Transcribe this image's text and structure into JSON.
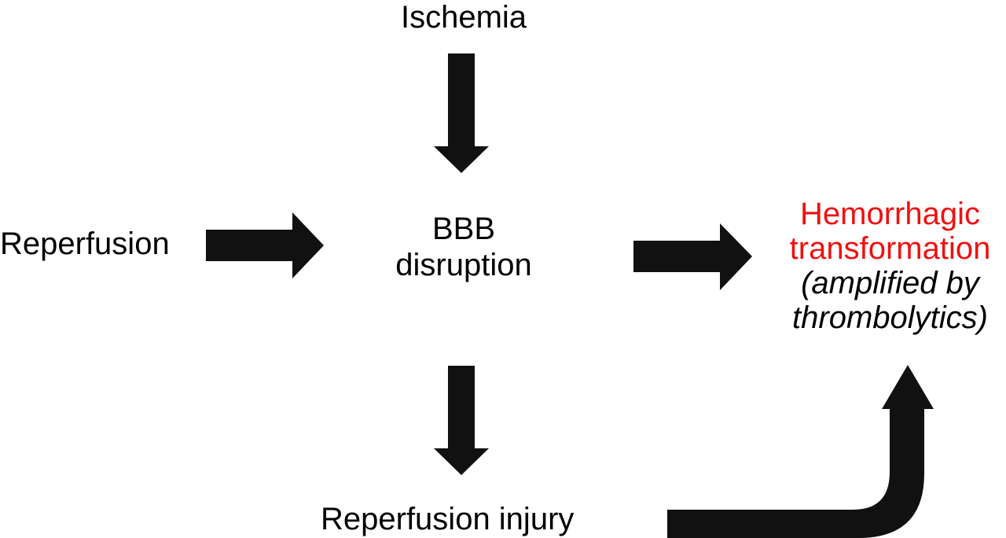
{
  "diagram": {
    "nodes": {
      "ischemia": "Ischemia",
      "reperfusion": "Reperfusion",
      "bbb_line1": "BBB",
      "bbb_line2": "disruption",
      "reperfusion_injury": "Reperfusion injury",
      "outcome_line1": "Hemorrhagic",
      "outcome_line2": "transformation",
      "outcome_line3": "(amplified by",
      "outcome_line4": "thrombolytics)"
    },
    "colors": {
      "arrow": "#111111",
      "outcome_text": "#ee1111",
      "text": "#000000"
    },
    "edges": [
      {
        "from": "Ischemia",
        "to": "BBB disruption"
      },
      {
        "from": "Reperfusion",
        "to": "BBB disruption"
      },
      {
        "from": "BBB disruption",
        "to": "Hemorrhagic transformation"
      },
      {
        "from": "BBB disruption",
        "to": "Reperfusion injury"
      },
      {
        "from": "Reperfusion injury",
        "to": "Hemorrhagic transformation"
      }
    ]
  }
}
